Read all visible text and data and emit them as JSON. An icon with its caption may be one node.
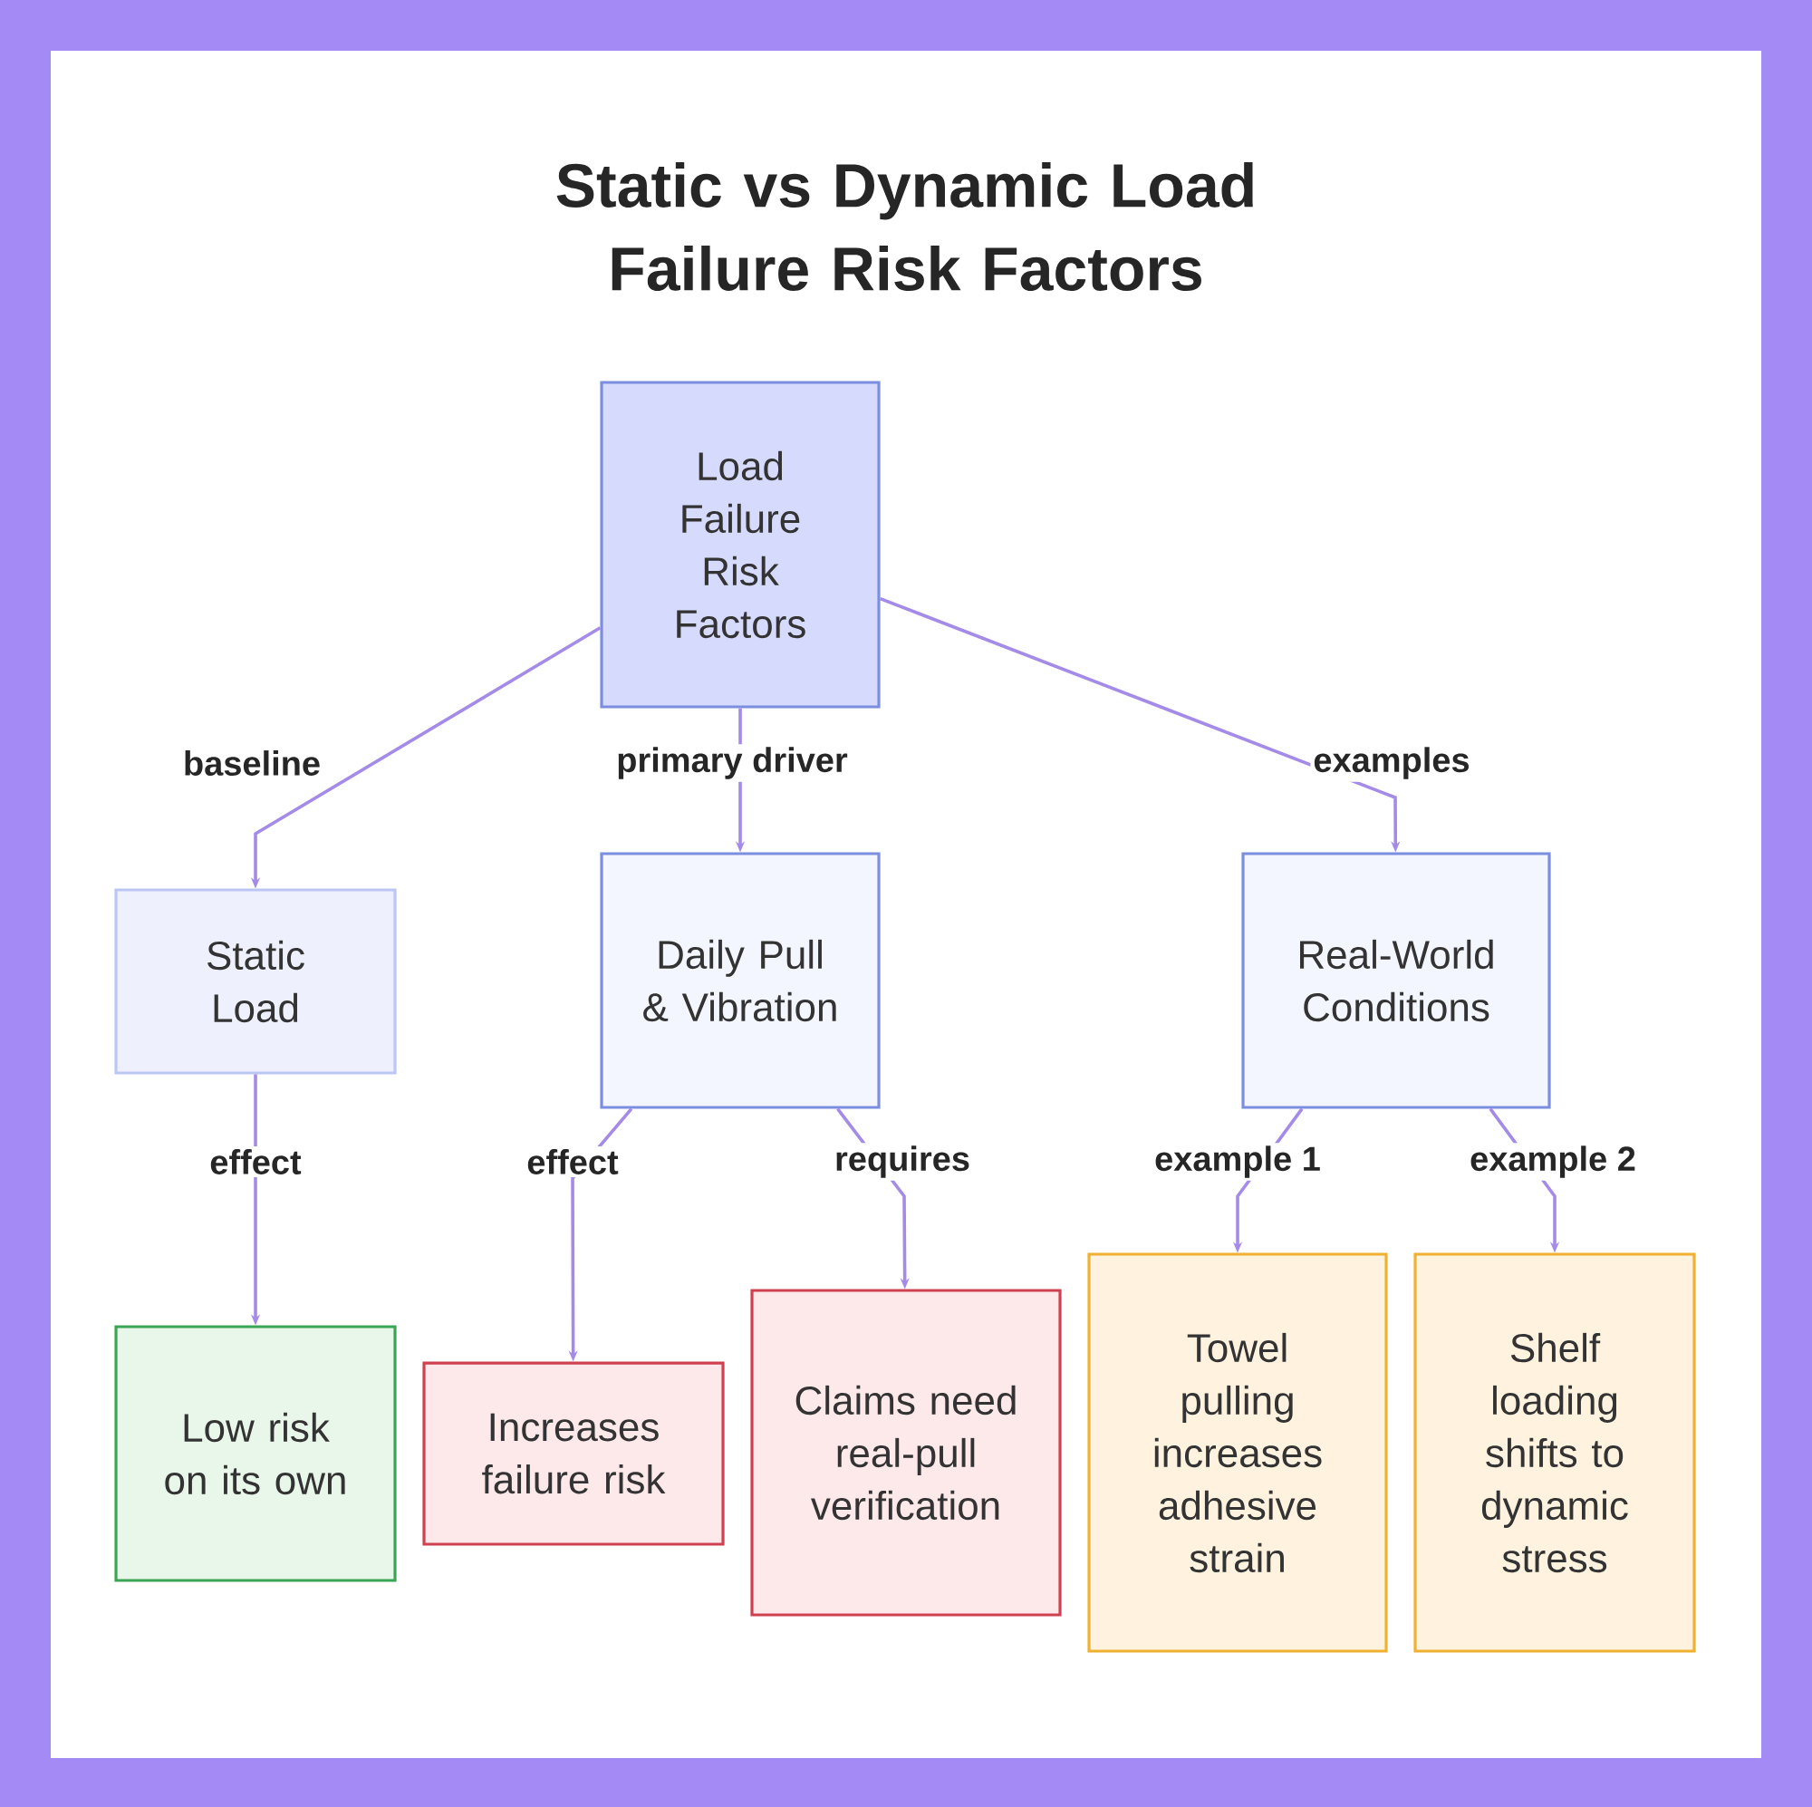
{
  "diagram": {
    "title": "Static vs Dynamic Load Failure Risk Factors",
    "nodes": [
      {
        "text": [
          "Load Failure Risk Factors"
        ]
      },
      {
        "text": [
          "Static Load"
        ]
      },
      {
        "text": [
          "Daily Pull & Vibration"
        ]
      },
      {
        "text": [
          "Real-World Conditions"
        ]
      },
      {
        "text": [
          "Low risk on its own"
        ]
      },
      {
        "text": [
          "Increases failure risk"
        ]
      },
      {
        "text": [
          "Claims need real-pull verification"
        ]
      },
      {
        "text": [
          "Towel pulling increases adhesive strain"
        ]
      },
      {
        "text": [
          "Shelf loading shifts to dynamic stress"
        ]
      }
    ],
    "edges": [
      {
        "from": 0,
        "to": 1,
        "arrow": "to",
        "label": "baseline"
      },
      {
        "from": 0,
        "to": 2,
        "arrow": "to",
        "label": "primary driver"
      },
      {
        "from": 0,
        "to": 3,
        "arrow": "to",
        "label": "examples"
      },
      {
        "from": 1,
        "to": 4,
        "arrow": "to",
        "label": "effect"
      },
      {
        "from": 2,
        "to": 5,
        "arrow": "to",
        "label": "effect"
      },
      {
        "from": 2,
        "to": 6,
        "arrow": "to",
        "label": "requires"
      },
      {
        "from": 3,
        "to": 7,
        "arrow": "to",
        "label": "example 1"
      },
      {
        "from": 3,
        "to": 8,
        "arrow": "to",
        "label": "example 2"
      }
    ]
  }
}
